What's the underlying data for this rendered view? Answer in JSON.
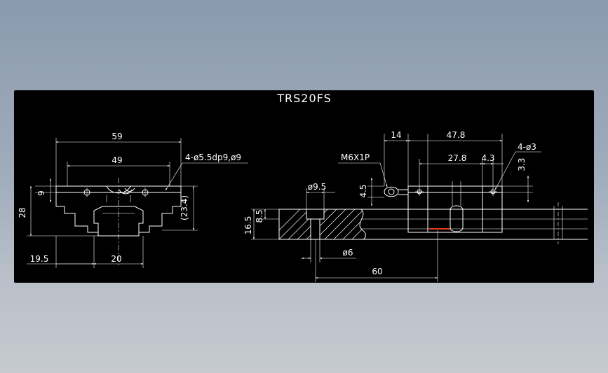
{
  "drawing": {
    "title": "TRS20FS",
    "colors": {
      "background": "#000000",
      "lines": "#ffffff",
      "marker": "#e0401c"
    },
    "front_view": {
      "width_59": "59",
      "width_49": "49",
      "hole_note": "4-ø5.5dp9,ø9",
      "height_9": "9",
      "height_28": "28",
      "height_23_4": "(23.4)",
      "offset_19_5": "19.5",
      "rail_width_20": "20"
    },
    "side_view": {
      "length_14": "14",
      "length_47_8": "47.8",
      "length_27_8": "27.8",
      "length_4_3": "4.3",
      "hole_note_4_3": "4-ø3",
      "depth_3_3": "3.3",
      "grease_nipple": "M6X1P",
      "height_4_5": "4.5",
      "dia_9_5": "ø9.5",
      "height_8_5": "8.5",
      "height_16_5": "16.5",
      "dia_6": "ø6",
      "pitch_60": "60"
    }
  }
}
